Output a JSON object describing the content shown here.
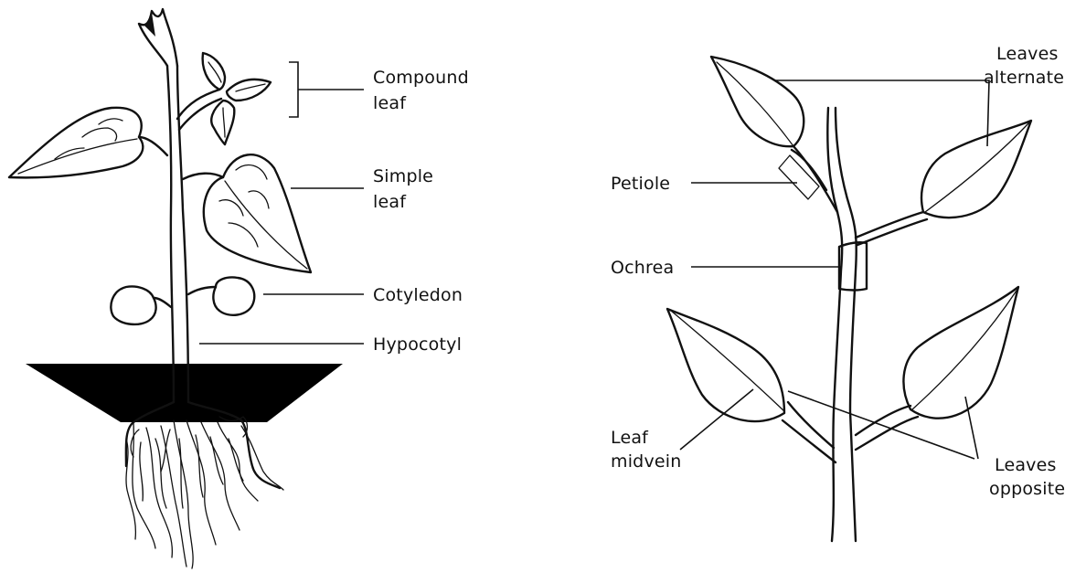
{
  "left_diagram": {
    "labels": {
      "compound_leaf_line1": "Compound",
      "compound_leaf_line2": "leaf",
      "simple_leaf_line1": "Simple",
      "simple_leaf_line2": "leaf",
      "cotyledon": "Cotyledon",
      "hypocotyl": "Hypocotyl"
    }
  },
  "right_diagram": {
    "labels": {
      "leaves_alternate_line1": "Leaves",
      "leaves_alternate_line2": "alternate",
      "petiole": "Petiole",
      "ochrea": "Ochrea",
      "leaf_midvein_line1": "Leaf",
      "leaf_midvein_line2": "midvein",
      "leaves_opposite_line1": "Leaves",
      "leaves_opposite_line2": "opposite"
    }
  },
  "colors": {
    "ink": "#111111",
    "soil": "#000000",
    "background": "#ffffff"
  }
}
